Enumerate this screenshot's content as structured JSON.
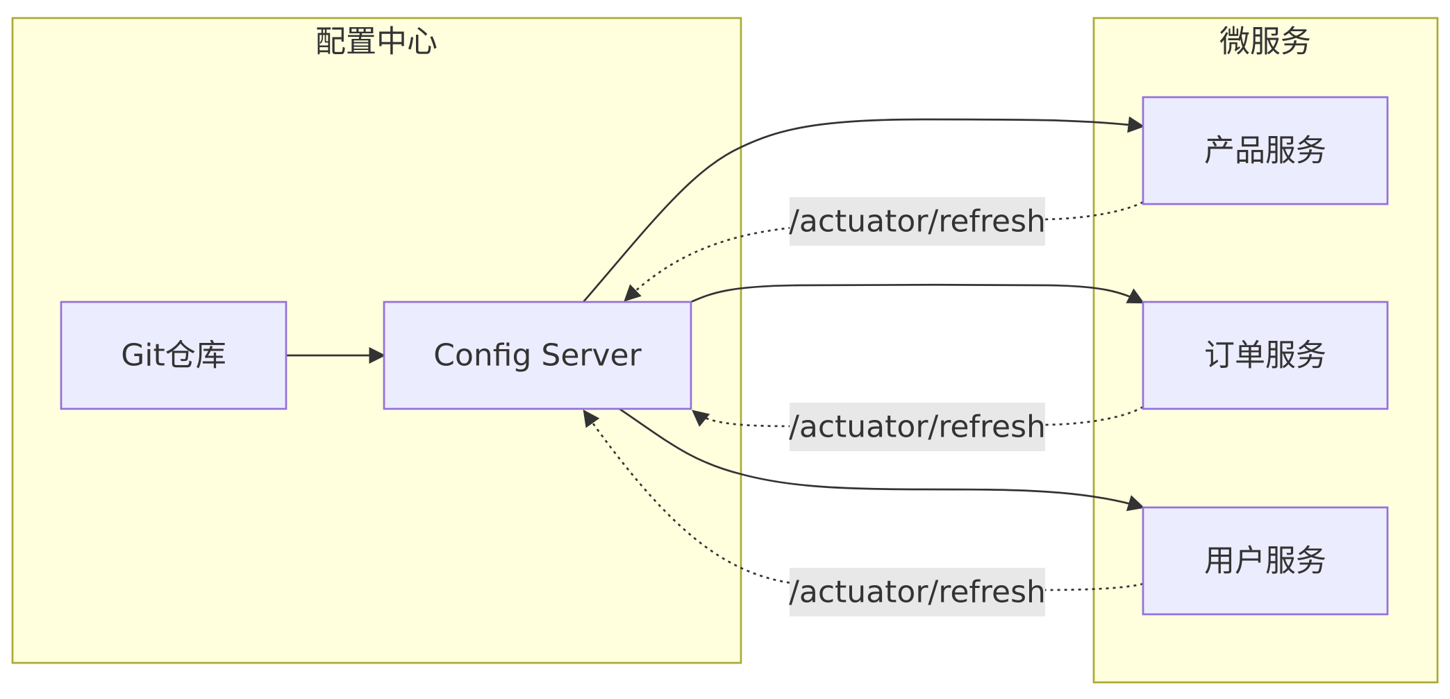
{
  "clusters": {
    "config_center": {
      "title": "配置中心"
    },
    "microservices": {
      "title": "微服务"
    }
  },
  "nodes": {
    "git_repo": {
      "label": "Git仓库"
    },
    "config_server": {
      "label": "Config Server"
    },
    "product_service": {
      "label": "产品服务"
    },
    "order_service": {
      "label": "订单服务"
    },
    "user_service": {
      "label": "用户服务"
    }
  },
  "edges": {
    "git_to_config": {
      "style": "solid",
      "label": ""
    },
    "config_to_product": {
      "style": "solid",
      "label": ""
    },
    "config_to_order": {
      "style": "solid",
      "label": ""
    },
    "config_to_user": {
      "style": "solid",
      "label": ""
    },
    "product_refresh": {
      "style": "dotted",
      "label": "/actuator/refresh"
    },
    "order_refresh": {
      "style": "dotted",
      "label": "/actuator/refresh"
    },
    "user_refresh": {
      "style": "dotted",
      "label": "/actuator/refresh"
    }
  },
  "colors": {
    "cluster_fill": "#ffffde",
    "cluster_border": "#aaaa33",
    "node_fill": "#ececff",
    "node_border": "#9370db",
    "edge": "#333333",
    "edge_label_bg": "#e8e8e8",
    "text": "#333333"
  }
}
